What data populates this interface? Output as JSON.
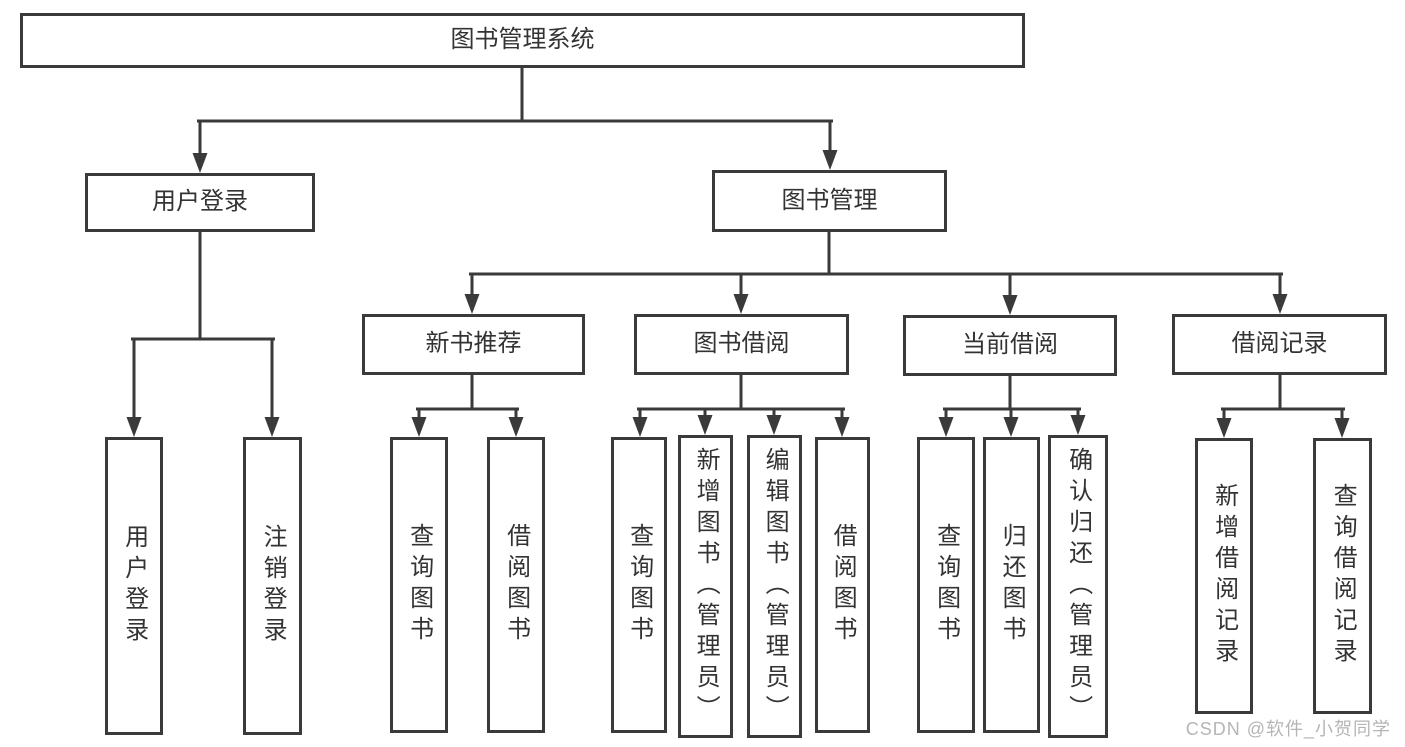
{
  "root": {
    "label": "图书管理系统"
  },
  "branches": {
    "user": {
      "label": "用户登录",
      "children": [
        "用户登录",
        "注销登录"
      ]
    },
    "book": {
      "label": "图书管理"
    }
  },
  "modules": [
    {
      "label": "新书推荐",
      "children": [
        "查询图书",
        "借阅图书"
      ]
    },
    {
      "label": "图书借阅",
      "children": [
        "查询图书",
        "新增图书（管理员）",
        "编辑图书（管理员）",
        "借阅图书"
      ]
    },
    {
      "label": "当前借阅",
      "children": [
        "查询图书",
        "归还图书",
        "确认归还（管理员）"
      ]
    },
    {
      "label": "借阅记录",
      "children": [
        "新增借阅记录",
        "查询借阅记录"
      ]
    }
  ],
  "watermark": "CSDN @软件_小贺同学",
  "colors": {
    "line": "#3a3a3a",
    "box_border": "#3a3a3a",
    "text": "#333333",
    "background": "#ffffff",
    "watermark": "#b5b5b5"
  }
}
